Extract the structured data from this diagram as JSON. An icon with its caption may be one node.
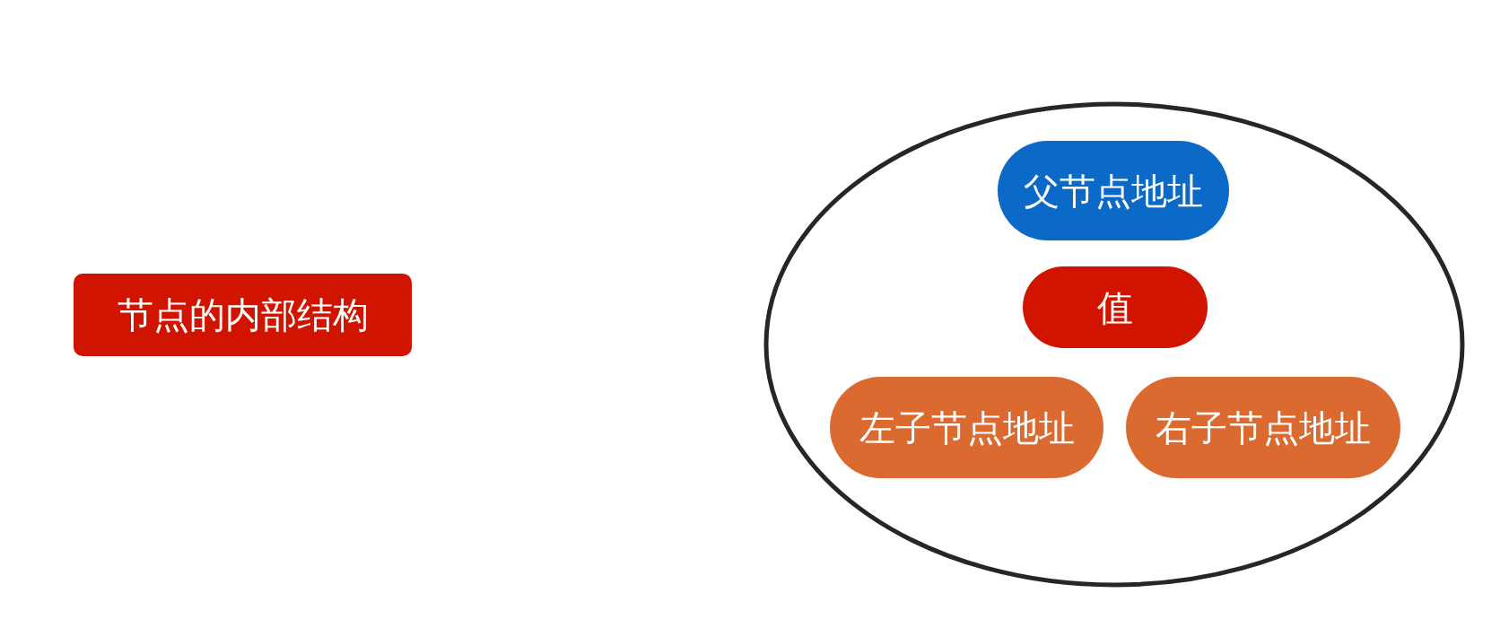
{
  "diagram": {
    "nodes": [
      {
        "text": [
          "节点的内部结构"
        ]
      },
      {
        "text": [],
        "shape": "ellipse"
      },
      {
        "text": [
          "父节点地址"
        ],
        "in": 1
      },
      {
        "text": [
          "值"
        ],
        "in": 1
      },
      {
        "text": [
          "左子节点地址"
        ],
        "in": 1
      },
      {
        "text": [
          "右子节点地址"
        ],
        "in": 1
      }
    ]
  }
}
